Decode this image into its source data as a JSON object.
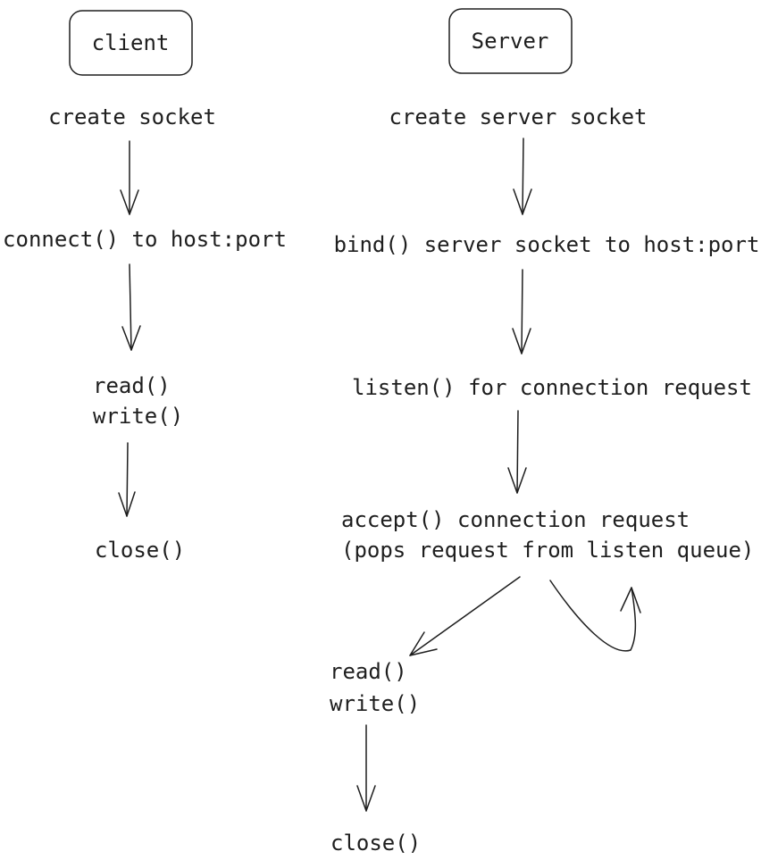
{
  "client": {
    "header": "client",
    "steps": {
      "create": "create socket",
      "connect": "connect() to host:port",
      "read": "read()",
      "write": "write()",
      "close": "close()"
    }
  },
  "server": {
    "header": "Server",
    "steps": {
      "create": "create server socket",
      "bind": "bind() server socket to host:port",
      "listen": "listen() for connection request",
      "accept": "accept() connection request",
      "accept_note": "(pops request from listen queue)",
      "read": "read()",
      "write": "write()",
      "close": "close()"
    }
  },
  "colors": {
    "stroke": "#1e1e1e",
    "background": "#ffffff"
  }
}
